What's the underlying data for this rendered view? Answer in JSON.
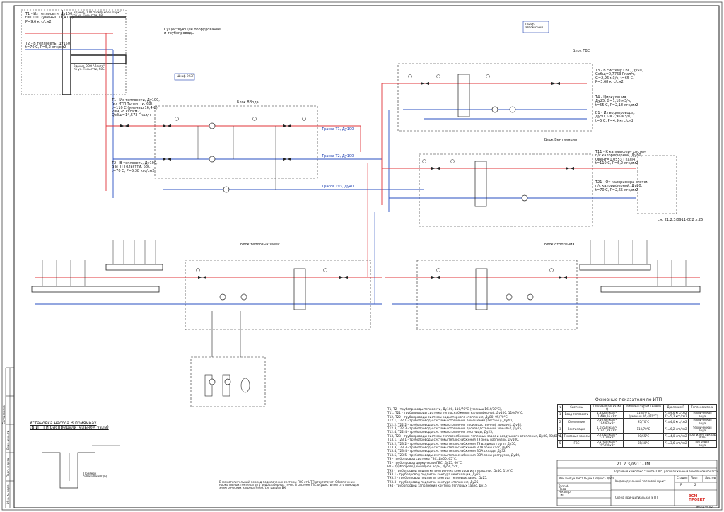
{
  "colors": {
    "supply": "#e0343a",
    "return": "#2a4fc2",
    "line": "#222222",
    "accent": "#1d3fb0",
    "logo": "#d9312b"
  },
  "blocks": {
    "vvod": "Блок ВВода",
    "gvs": "Блок ГВС",
    "vent": "Блок Вентиляции",
    "teplzaves": "Блок тепловых завес",
    "otop": "Блок отопления"
  },
  "boxes": {
    "ktp": "Шкаф ЭКЭП",
    "shkaf_top": "Шкаф\nавтоматики",
    "exist_supply": "Существующее оборудование\nи трубопроводы"
  },
  "texts": {
    "t1_top": "Т1 - Из теплосети, Ду150,\nt=110 С (уменьш 16,41 С),\nР=9,6 кгс/см2",
    "t2_top": "Т2 - В теплосеть, Ду150,\nt=70 С, Р=5,2 кгс/см2",
    "zd1": "Здание ООО \"Компьютер Парк\"\nпо ул. Тольятти, 68",
    "zd2": "Здание ООО \"Лента\"\nпо ул. Тольятти, 68Б",
    "t1_mid": "Т1 - Из теплосети, Ду100,\n(из ИТП Тольятти, 68),\nt=110 С (уменьш 16,4 С),\nР=9,28 кгс/см2,\nQобщ=14,573 Гкал/ч",
    "t2_mid": "Т2 - В теплосеть, Ду100,\nВ ИТП Тольятти, 68),\nt=70 С, Р=5,38 кгс/см2",
    "pipe_t1": "Трасса Т1, Ду100",
    "pipe_t2": "Трасса Т2, Ду100",
    "pipe_t93": "Трасса Т93, Ду40",
    "t3_right": "Т3 - В систему ГВС, Ду50,\nGобщ=0,7763 Гкал/ч,\nG=2,96 м3/ч, t=65 С,\nР=3,68 кгс/см2",
    "t4_right": "Т4 - Циркуляция,\nДу25, G=1,18 м3/ч,\nt=55 С, Р=2,18 кгс/см2",
    "v1_right": "В1 - Из водопровода,\nДу50, G=2,96 м3/ч,\nt=5 С, Р=4,9 кгс/см2",
    "t11_right": "Т11 - К калориферу систем\nп/с калориферной, Ду80,\nQвент=1,0553 Гкал/ч,\nt=110 С, Р=6,2 кгс/см2",
    "t21_right": "Т21 - От калорифера систем\nп/с калориферной, Ду80,\nt=70 С, Р=2,65 кгс/см2",
    "ref_doc": "см. 21.2.3/0911-0В2 л.25",
    "ustanovka_title": "Установка насоса В приямках\n(В ИТП и распределительном узле)",
    "pit_label": "Приямок\n500х500х800(h)",
    "note_bottom": "В межотопительный период подключение системы ГВС от ЦТП отсутствует. Обеспечение\nнормативных температур у водоразборных точек В системе ГВС осуществляется с помощью\nэлектрических нагревателей, см. раздел ВК"
  },
  "legend": [
    "Т1, Т2 - трубопроводы теплосети, Ду100, 110/70°С (уменьш 16,4/70°С),",
    "Т11, Т21 - трубопроводы системы теплоснабжения калориферной, Ду100, 110/70°С,",
    "Т12, Т22 - трубопроводы системы радиаторного отопления, Ду80, 95/70°С,",
    "Т12.1, Т22.1 - трубопроводы системы отопления помещений (лестниц), Ду40,",
    "Т12.2, Т22.2 - трубопроводы системы отопления производственной зоны №1, Ду32,",
    "Т12.3, Т22.3 - трубопроводы системы отопления производственной зоны №2, Ду25,",
    "Т12.4, Т22.4 - трубопроводы системы отопления лестницы, Ду25,",
    "Т13, Т23 - трубопроводы системы теплоснабжения тепловых завес и воздушного отопления, Ду80, 90/65°С,",
    "Т13.1, Т23.1 - трубопроводы системы теплоснабжения ТЗ зоны разгрузки, Ду100,",
    "Т13.2, Т23.2 - трубопроводы системы теплоснабжения ТЗ входных групп, Ду50,",
    "Т13.3, Т23.3 - трубопроводы системы теплоснабжения ВОА зоны касс, Ду65,",
    "Т13.4, Т23.4 - трубопроводы системы теплоснабжения ВОА склада, Ду32,",
    "Т13.5, Т23.5 - трубопроводы системы теплоснабжения ВОА зоны разгрузки, Ду40,",
    "Т3 - трубопровод системы ГВС, Ду50, 65°С,",
    "Т4 - трубопровод циркуляции ГВС, Ду25, 60°С,",
    "В1 - трубопровод холодной воды, Ду50, 5°С,",
    "Т93 - трубопровод подпитки внутренних контуров из теплосети, Ду40, 110°С,",
    "Т93.1 - трубопровод подпитки контура вентиляции, Ду25,",
    "Т93.2 - трубопровод подпитки контура тепловых завес, Ду25,",
    "Т93.3 - трубопровод подпитки контура отопления, Ду25,",
    "Т94 - трубопровод заполнения контура тепловых завес, Ду15"
  ],
  "table": {
    "title": "Основные показатели по ИТП",
    "headers": [
      "№",
      "Системы",
      "Тепловая нагрузка Q",
      "Температурный график Т",
      "Давление Р",
      "Теплоноситель"
    ],
    "rows": [
      [
        "1",
        "Ввод теплосети",
        "1,8323 Гкал/ч\n1 490,16 кВт",
        "110/70°С\n(уменьш 16,4/70°С)",
        "Р1=9,6 кгс/см2\nР2=5,2 кгс/см2",
        "техническая\nвода"
      ],
      [
        "2",
        "Отопление",
        "0,1676 Гкал/ч\n194,92 кВт",
        "95/70°С",
        "Р1=4,0 кгс/см2",
        "техническая\nвода"
      ],
      [
        "3",
        "Вентиляция",
        "1,0553 Гкал/ч\n1 227,29 кВт",
        "110/70°С",
        "Р1=6,2 кгс/см2",
        "техническая\nвода"
      ],
      [
        "4",
        "Тепловые завесы",
        "0,2332 Гкал/ч\n271,20 кВт",
        "90/65°С",
        "Р1=4,0 кгс/см2",
        "пропиленгликоль\n40%"
      ],
      [
        "5",
        "ГВС",
        "0,1763 Гкал/ч\n205,04 кВт",
        "65/40°С",
        "Р1=3,6 кгс/см2",
        "питьевая\nвода"
      ]
    ]
  },
  "stamp": {
    "code": "21.2.3/0911-ТМ",
    "object": "Торговый комплекс \"Лента-230\", расположенный земельном области",
    "sheet_name": "Индивидуальный тепловой пункт",
    "drawing_name": "Схема принципиальная ИТП",
    "stage_label": "Стадия",
    "sheet_label": "Лист",
    "sheets_label": "Листов",
    "stage": "Р",
    "sheet": "2",
    "roles": [
      "Изм",
      "Кол.уч",
      "Лист",
      "№док",
      "Подпись",
      "Дата"
    ],
    "people": [
      "Разраб",
      "Пров",
      "Н.контр",
      "ГИП"
    ],
    "logo": "ЭСМ\nПРОЕКТ",
    "format": "Формат А3"
  },
  "side": [
    "Согласовано",
    "Инв. № подл.",
    "Подп. и дата",
    "Взам. инв. №"
  ]
}
